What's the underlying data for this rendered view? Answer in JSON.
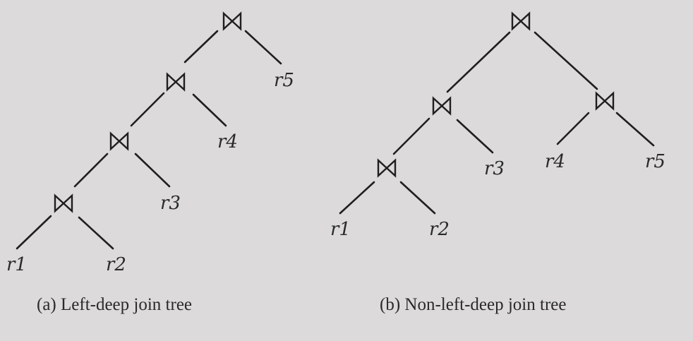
{
  "colors": {
    "background": "#dcdadb",
    "ink": "#1f1f1f"
  },
  "join_symbol_icon": "bowtie-join-icon",
  "trees": [
    {
      "caption": "(a) Left-deep join tree",
      "leaves": [
        "r1",
        "r2",
        "r3",
        "r4",
        "r5"
      ]
    },
    {
      "caption": "(b) Non-left-deep join tree",
      "leaves": [
        "r1",
        "r2",
        "r3",
        "r4",
        "r5"
      ]
    }
  ]
}
